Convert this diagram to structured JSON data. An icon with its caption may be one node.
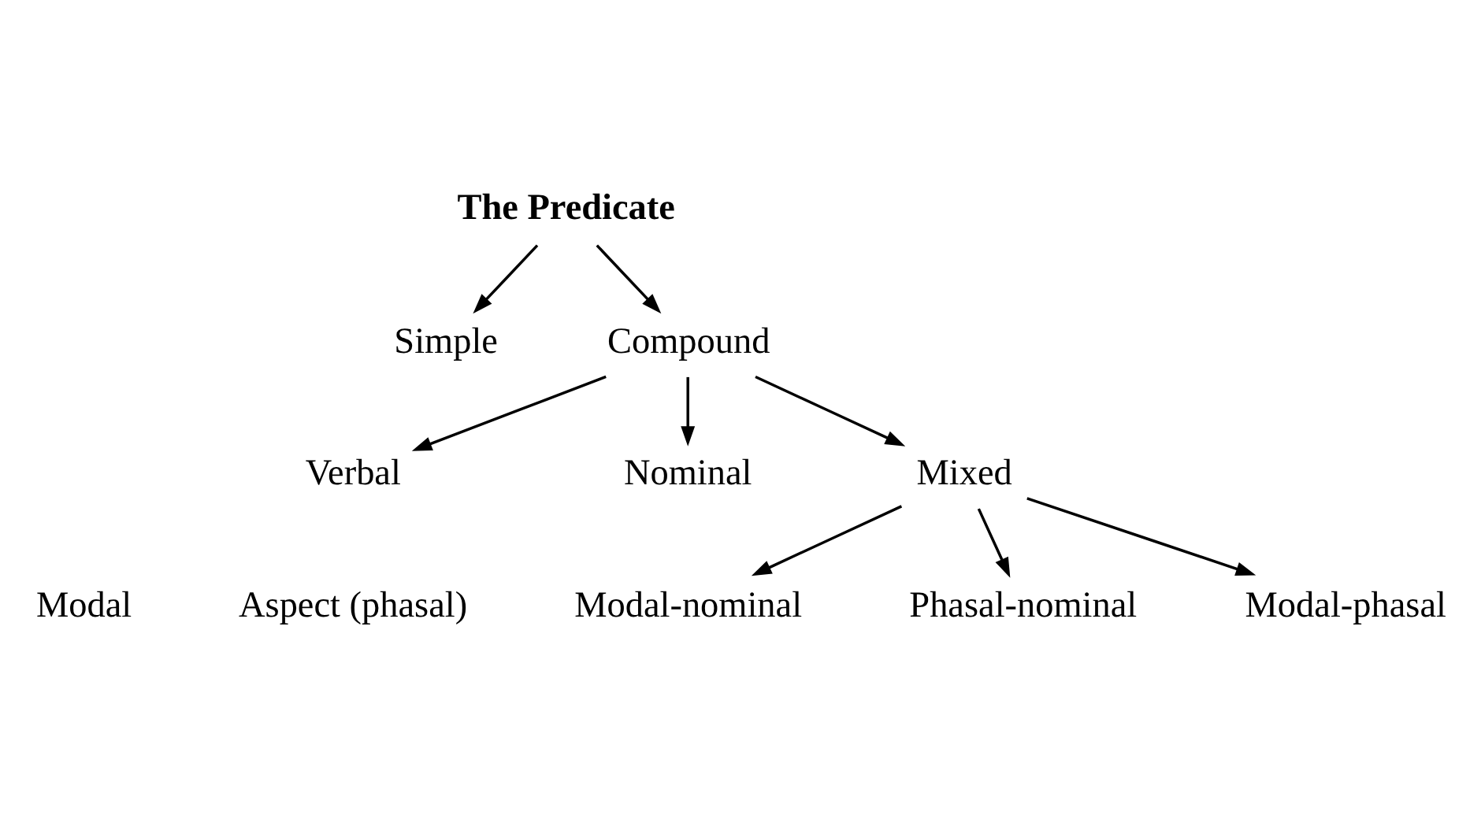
{
  "diagram": {
    "nodes": [
      {
        "text": [
          "The Predicate"
        ]
      },
      {
        "text": [
          "Simple"
        ]
      },
      {
        "text": [
          "Compound"
        ]
      },
      {
        "text": [
          "Verbal"
        ]
      },
      {
        "text": [
          "Nominal"
        ]
      },
      {
        "text": [
          "Mixed"
        ]
      },
      {
        "text": [
          "Modal-nominal"
        ]
      },
      {
        "text": [
          "Phasal-nominal"
        ]
      },
      {
        "text": [
          "Modal-phasal"
        ]
      }
    ],
    "edges": [
      {
        "from": 0,
        "to": 1,
        "arrow": "to"
      },
      {
        "from": 0,
        "to": 2,
        "arrow": "to"
      },
      {
        "from": 2,
        "to": 3,
        "arrow": "to"
      },
      {
        "from": 2,
        "to": 4,
        "arrow": "to"
      },
      {
        "from": 2,
        "to": 5,
        "arrow": "to"
      },
      {
        "from": 5,
        "to": 6,
        "arrow": "to"
      },
      {
        "from": 5,
        "to": 7,
        "arrow": "to"
      },
      {
        "from": 5,
        "to": 8,
        "arrow": "to"
      }
    ],
    "labels": [
      "Modal",
      "Aspect (phasal)"
    ]
  }
}
